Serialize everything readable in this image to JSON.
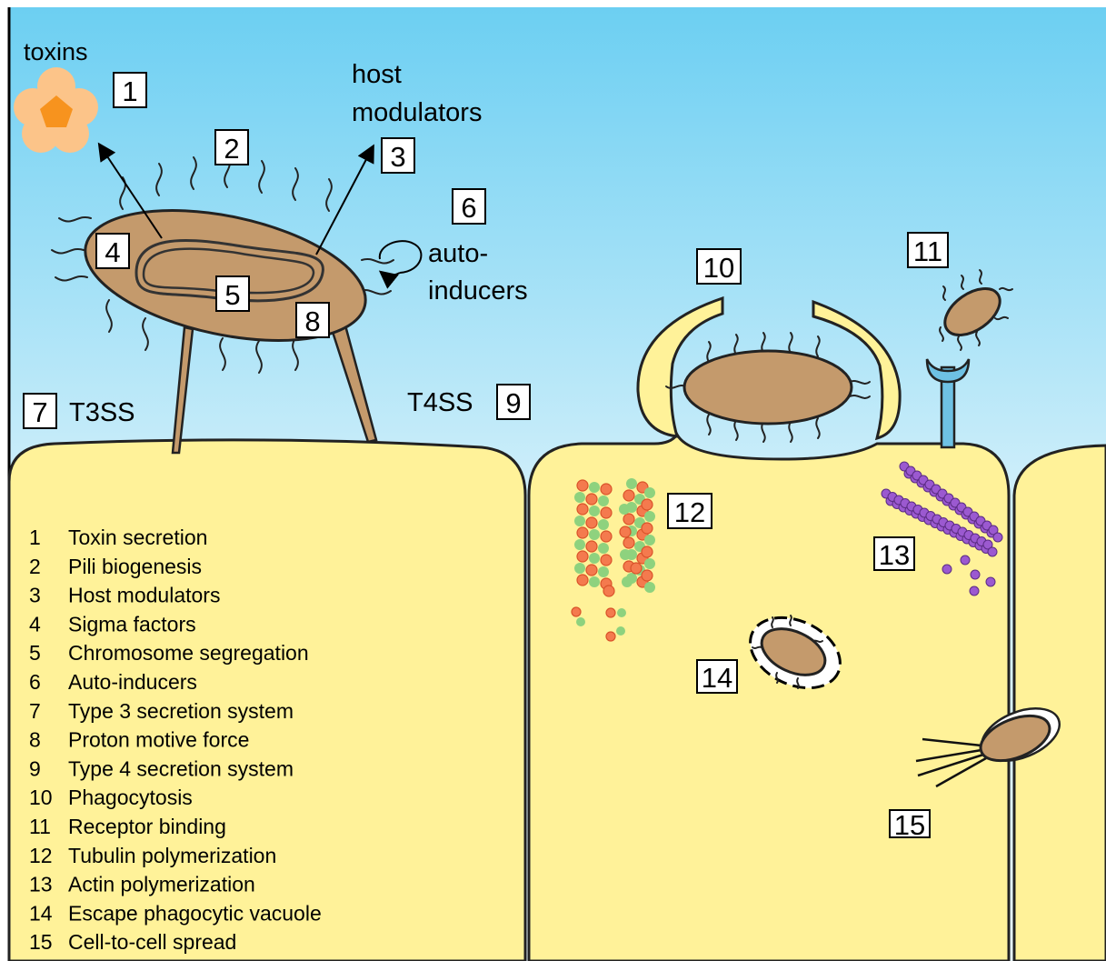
{
  "labels": {
    "toxins": "toxins",
    "host_line1": "host",
    "host_line2": "modulators",
    "auto_line1": "auto-",
    "auto_line2": "inducers",
    "t3ss": "T3SS",
    "t4ss": "T4SS"
  },
  "numbers": [
    "1",
    "2",
    "3",
    "4",
    "5",
    "6",
    "7",
    "8",
    "9",
    "10",
    "11",
    "12",
    "13",
    "14",
    "15"
  ],
  "legend": [
    {
      "num": "1",
      "text": "Toxin secretion"
    },
    {
      "num": "2",
      "text": "Pili biogenesis"
    },
    {
      "num": "3",
      "text": "Host modulators"
    },
    {
      "num": "4",
      "text": "Sigma factors"
    },
    {
      "num": "5",
      "text": "Chromosome segregation"
    },
    {
      "num": "6",
      "text": "Auto-inducers"
    },
    {
      "num": "7",
      "text": "Type 3 secretion system"
    },
    {
      "num": "8",
      "text": "Proton motive force"
    },
    {
      "num": "9",
      "text": "Type 4 secretion system"
    },
    {
      "num": "10",
      "text": "Phagocytosis"
    },
    {
      "num": "11",
      "text": "Receptor binding"
    },
    {
      "num": "12",
      "text": "Tubulin polymerization"
    },
    {
      "num": "13",
      "text": "Actin polymerization"
    },
    {
      "num": "14",
      "text": "Escape phagocytic vacuole"
    },
    {
      "num": "15",
      "text": "Cell-to-cell spread"
    }
  ],
  "colors": {
    "sky_top": "#6ccff2",
    "sky_bottom": "#e6f6fc",
    "cell": "#fff299",
    "bacterium": "#c49a6c",
    "toxin_outer": "#fcc489",
    "toxin_inner": "#f7931e",
    "tubulin_red": "#f47a4e",
    "tubulin_green": "#8ed27e",
    "actin": "#9b59d0",
    "receptor": "#6ec1e4"
  }
}
